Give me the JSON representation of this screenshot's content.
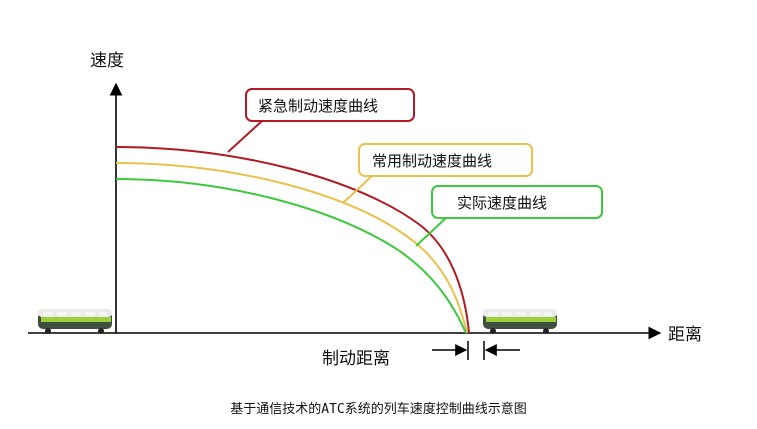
{
  "diagram": {
    "axis_y_label": "速度",
    "axis_x_label": "距离",
    "braking_distance_label": "制动距离",
    "caption": "基于通信技术的ATC系统的列车速度控制曲线示意图"
  },
  "curves": [
    {
      "id": "emergency",
      "label": "紧急制动速度曲线",
      "color": "#b11a22"
    },
    {
      "id": "service",
      "label": "常用制动速度曲线",
      "color": "#e8c24a"
    },
    {
      "id": "actual",
      "label": "实际速度曲线",
      "color": "#3ec83e"
    }
  ],
  "colors": {
    "axis": "#000000",
    "train_body": "#3f4f3f",
    "train_stripe": "#9ad13a",
    "train_window": "#f4f4f4"
  }
}
